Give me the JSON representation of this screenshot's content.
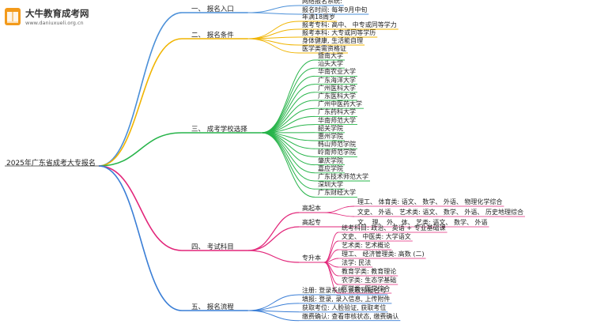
{
  "logo": {
    "title": "大牛教育成考网",
    "url": "www.daniuxueli.org.cn"
  },
  "root": "2025年广东省成考大专报名",
  "branches": [
    {
      "label": "一、 报名入口",
      "color": "#4a8fd8",
      "items": [
        "网络报名系统:",
        "报名时间: 每年9月中旬"
      ]
    },
    {
      "label": "二、 报名条件",
      "color": "#f0b400",
      "items": [
        "年满18周岁",
        "报考专科: 高中、 中专或同等学力",
        "报考本科: 大专或同等学历",
        "身体健康, 生活能自理",
        "医学类需资格证"
      ]
    },
    {
      "label": "三、 成考学校选择",
      "color": "#27b44a",
      "items": [
        "暨南大学",
        "汕头大学",
        "华南农业大学",
        "广东海洋大学",
        "广州医科大学",
        "广东医科大学",
        "广州中医药大学",
        "广东药科大学",
        "华南师范大学",
        "韶关学院",
        "惠州学院",
        "韩山师范学院",
        "岭南师范学院",
        "肇庆学院",
        "嘉应学院",
        "广东技术师范大学",
        "深圳大学",
        "广东财经大学"
      ]
    },
    {
      "label": "四、 考试科目",
      "color": "#e2267a",
      "sub": [
        {
          "label": "高起本",
          "items": [
            "理工、 体育类: 语文、 数学、 外语、 物理化学综合",
            "文史、 外语、 艺术类: 语文、 数学、 外语、 历史地理综合"
          ]
        },
        {
          "label": "高起专",
          "items": [
            "文、 理、 外、 体、 艺类: 语文、 数学、 外语"
          ]
        },
        {
          "label": "专升本",
          "items": [
            "统考科目: 政治、 英语 + 专业基础课",
            "文史、 中医类: 大学语文",
            "艺术类: 艺术概论",
            "理工、 经济管理类: 高数 (二)",
            "法学: 民法",
            "教育学类: 教育理论",
            "农学类: 生态学基础",
            "医学类: 医学综合"
          ]
        }
      ]
    },
    {
      "label": "五、 报名流程",
      "color": "#3a7ed6",
      "items": [
        "注册: 登录系统, 获取预报名号",
        "填报: 登录, 录入信息, 上传附件",
        "获取考位: 人脸验证, 获取考位",
        "缴费确认: 查看审核状态, 缴费确认"
      ]
    }
  ]
}
